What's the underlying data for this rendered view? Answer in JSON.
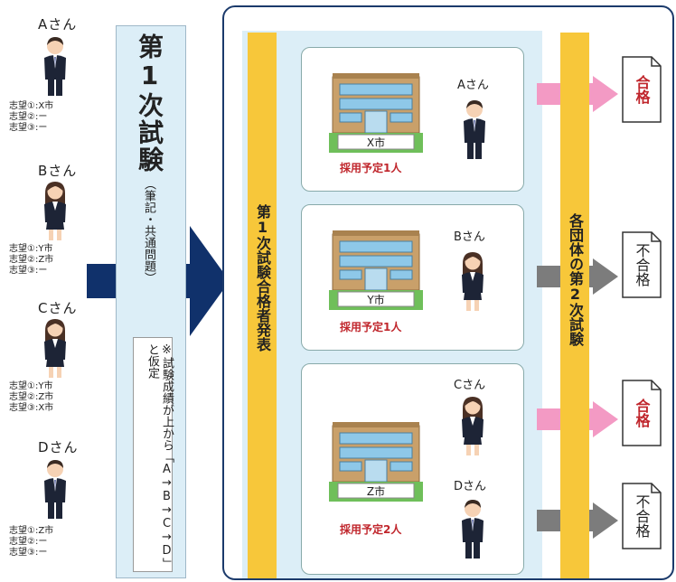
{
  "candidates": [
    {
      "name": "Aさん",
      "prefs": [
        "志望①:X市",
        "志望②:ー",
        "志望③:ー"
      ],
      "gender": "male"
    },
    {
      "name": "Bさん",
      "prefs": [
        "志望①:Y市",
        "志望②:Z市",
        "志望③:ー"
      ],
      "gender": "female"
    },
    {
      "name": "Cさん",
      "prefs": [
        "志望①:Y市",
        "志望②:Z市",
        "志望③:X市"
      ],
      "gender": "female"
    },
    {
      "name": "Dさん",
      "prefs": [
        "志望①:Z市",
        "志望②:ー",
        "志望③:ー"
      ],
      "gender": "male"
    }
  ],
  "first_exam": {
    "title": "第1次試験",
    "subtitle": "（筆記・共通問題）",
    "note": "※試験成績が上から「A→B→C→D」と仮定"
  },
  "pass_announcement": "第1次試験合格者発表",
  "second_exam": "各団体の第2次試験",
  "cities": [
    {
      "name": "X市",
      "quota": "採用予定1人",
      "people": [
        "Aさん"
      ]
    },
    {
      "name": "Y市",
      "quota": "採用予定1人",
      "people": [
        "Bさん"
      ]
    },
    {
      "name": "Z市",
      "quota": "採用予定2人",
      "people": [
        "Cさん",
        "Dさん"
      ]
    }
  ],
  "results": [
    {
      "person": "Aさん",
      "label": "合格",
      "status": "pass"
    },
    {
      "person": "Bさん",
      "label": "不合格",
      "status": "fail"
    },
    {
      "person": "Cさん",
      "label": "合格",
      "status": "pass"
    },
    {
      "person": "Dさん",
      "label": "不合格",
      "status": "fail"
    }
  ],
  "colors": {
    "navy": "#10316b",
    "band": "#f7c73a",
    "pass_arrow": "#f39ac4",
    "fail_arrow": "#7c7c7c",
    "pass_text": "#c0262c",
    "panel_bg": "#dceef7"
  }
}
